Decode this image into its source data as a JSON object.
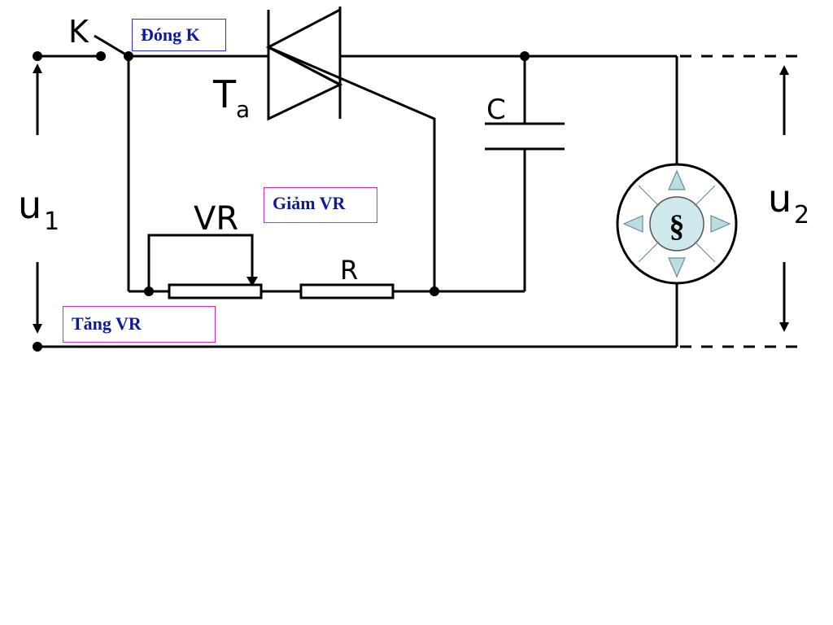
{
  "labels": {
    "switch": "K",
    "triac_main": "T",
    "triac_sub": "a",
    "capacitor": "C",
    "potentiometer": "VR",
    "resistor": "R",
    "input_voltage_main": "u",
    "input_voltage_sub": "1",
    "output_voltage_main": "u",
    "output_voltage_sub": "2",
    "lamp_symbol": "§"
  },
  "buttons": {
    "close_k": "Đóng K",
    "decrease_vr": "Giảm VR",
    "increase_vr": "Tăng VR"
  },
  "colors": {
    "wire": "#000000",
    "lamp_fill": "#cfe8ec",
    "lamp_triangles": "#b9dde3",
    "button_text": "#0b1a9e",
    "close_k_border": "#2b2bd6",
    "vr_button_border": "#d62bb4"
  }
}
